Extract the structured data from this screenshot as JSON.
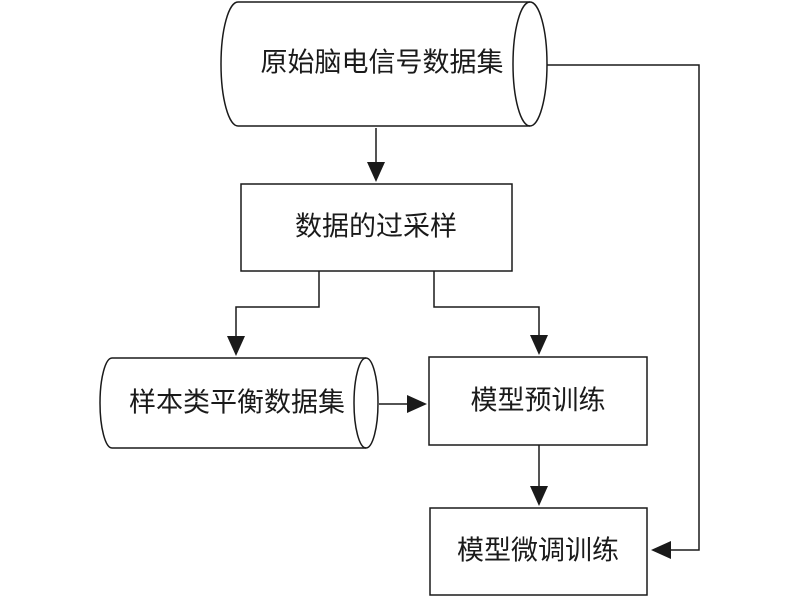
{
  "nodes": {
    "raw_eeg_dataset": {
      "label": "原始脑电信号数据集",
      "shape": "cylinder"
    },
    "oversampling": {
      "label": "数据的过采样",
      "shape": "process"
    },
    "balanced_dataset": {
      "label": "样本类平衡数据集",
      "shape": "cylinder"
    },
    "pretraining": {
      "label": "模型预训练",
      "shape": "process"
    },
    "finetuning": {
      "label": "模型微调训练",
      "shape": "process"
    }
  },
  "edges": [
    {
      "from": "raw_eeg_dataset",
      "to": "oversampling"
    },
    {
      "from": "oversampling",
      "to": "balanced_dataset"
    },
    {
      "from": "oversampling",
      "to": "pretraining"
    },
    {
      "from": "balanced_dataset",
      "to": "pretraining"
    },
    {
      "from": "pretraining",
      "to": "finetuning"
    },
    {
      "from": "raw_eeg_dataset",
      "to": "finetuning"
    }
  ],
  "colors": {
    "stroke": "#1a1a1a",
    "background": "#ffffff"
  }
}
